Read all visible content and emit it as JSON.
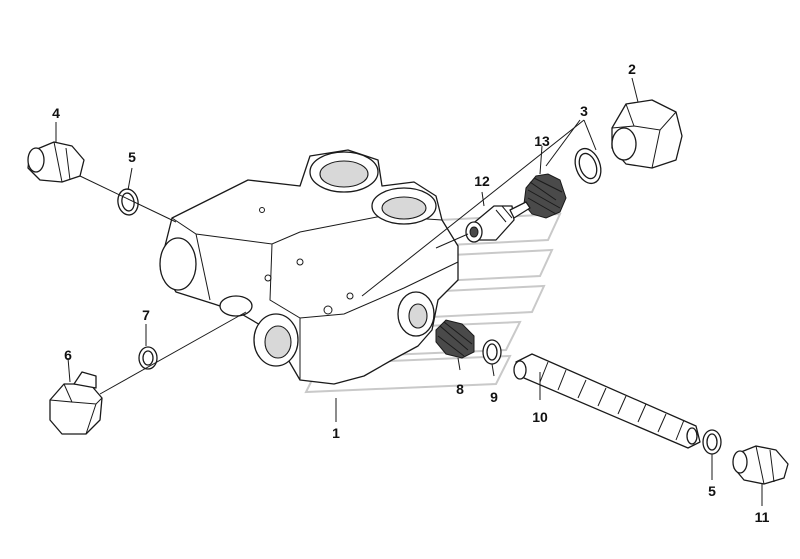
{
  "diagram": {
    "callouts": {
      "c1": "1",
      "c2": "2",
      "c3": "3",
      "c4": "4",
      "c5a": "5",
      "c5b": "5",
      "c6": "6",
      "c7": "7",
      "c8": "8",
      "c9": "9",
      "c10": "10",
      "c11": "11",
      "c12": "12",
      "c13": "13"
    }
  }
}
